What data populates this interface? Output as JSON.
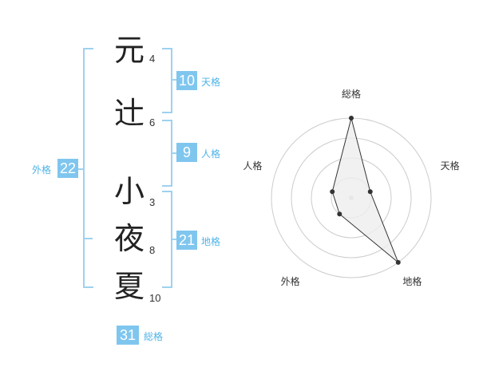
{
  "name_chars": [
    {
      "char": "元",
      "strokes": "4"
    },
    {
      "char": "辻",
      "strokes": "6"
    },
    {
      "char": "小",
      "strokes": "3"
    },
    {
      "char": "夜",
      "strokes": "8"
    },
    {
      "char": "夏",
      "strokes": "10"
    }
  ],
  "kakusu": {
    "tenkaku": {
      "value": "10",
      "label": "天格"
    },
    "jinkaku": {
      "value": "9",
      "label": "人格"
    },
    "chikaku": {
      "value": "21",
      "label": "地格"
    },
    "gaikaku": {
      "value": "22",
      "label": "外格"
    },
    "soukaku": {
      "value": "31",
      "label": "総格"
    }
  },
  "radar": {
    "axes": [
      "総格",
      "天格",
      "地格",
      "外格",
      "人格"
    ],
    "values": [
      4,
      1,
      4,
      1,
      1
    ],
    "max": 4,
    "colors": {
      "grid": "#cccccc",
      "fill": "#eeeeee",
      "line": "#333333",
      "point": "#333333"
    }
  }
}
